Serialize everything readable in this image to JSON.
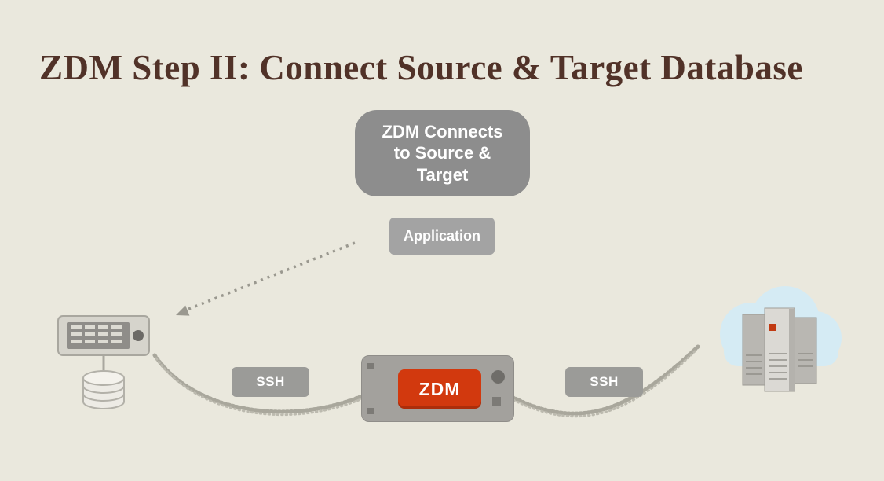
{
  "title": "ZDM Step II: Connect Source & Target Database",
  "callout": {
    "text": "ZDM Connects\nto Source &\nTarget"
  },
  "labels": {
    "application": "Application",
    "ssh_left": "SSH",
    "ssh_right": "SSH",
    "zdm": "ZDM"
  },
  "icons": {
    "source": "server-with-database-icon",
    "target": "cloud-servers-icon",
    "application_arrow": "dotted-arrow-icon",
    "connections": "dotted-curve-connector-icon"
  },
  "colors": {
    "background": "#eae8dd",
    "title_color": "#513228",
    "callout_gray": "#8d8d8d",
    "label_gray": "#a3a3a3",
    "ssh_gray": "#9b9b98",
    "appliance_gray": "#a3a19d",
    "zdm_red": "#d2390e",
    "connector_gray": "#a9a79c",
    "cloud_blue": "#d5ebf4",
    "tower_gray": "#b9b7b2"
  }
}
